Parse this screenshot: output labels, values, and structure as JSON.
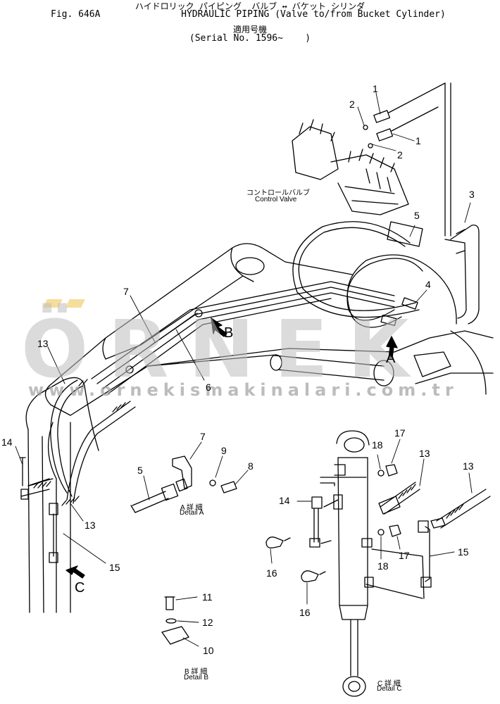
{
  "header": {
    "line_ja": "ハイドロリック パイピング  バルブ ↔ バケット シリンダ",
    "fig_no": "Fig. 646A",
    "title_en": "HYDRAULIC PIPING (Valve to/from Bucket Cylinder)",
    "applicable_ja": "適用号機",
    "serial": "(Serial No. 1596~    )"
  },
  "watermark": {
    "brand": "ÖRNEK",
    "url": "www.ornekismakinalari.com.tr"
  },
  "component_labels": {
    "control_valve_ja": "コントロールバルブ",
    "control_valve_en": "Control Valve"
  },
  "views": {
    "b": "B",
    "a": "A",
    "c": "C"
  },
  "details": {
    "a_ja": "A 詳 細",
    "a_en": "Detail A",
    "b_ja": "B 詳 細",
    "b_en": "Detail B",
    "c_ja": "C 詳 細",
    "c_en": "Detail C"
  },
  "callouts": {
    "c1a": "1",
    "c1b": "1",
    "c2a": "2",
    "c2b": "2",
    "c3": "3",
    "c4": "4",
    "c5": "5",
    "c5d": "5",
    "c6": "6",
    "c7": "7",
    "c7d": "7",
    "c8": "8",
    "c9": "9",
    "c10": "10",
    "c11": "11",
    "c12": "12",
    "c13a": "13",
    "c13b": "13",
    "c13c": "13",
    "c13d": "13",
    "c14a": "14",
    "c14b": "14",
    "c15a": "15",
    "c15b": "15",
    "c16a": "16",
    "c16b": "16",
    "c17a": "17",
    "c17b": "17",
    "c18a": "18",
    "c18b": "18"
  }
}
